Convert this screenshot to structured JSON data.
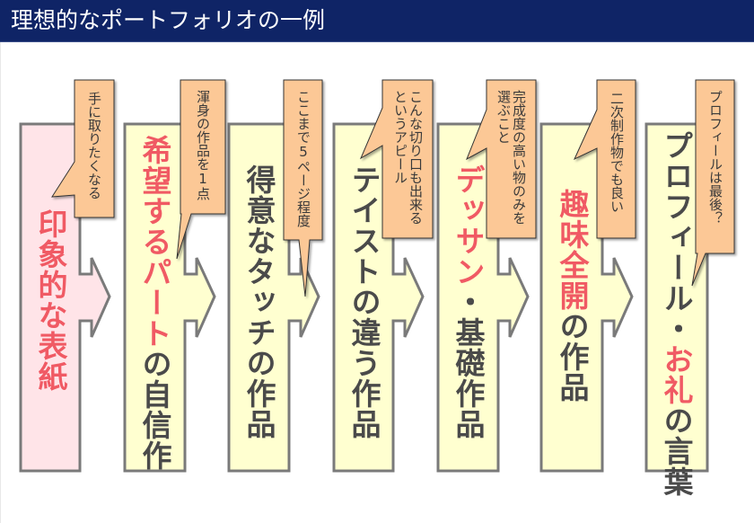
{
  "header": {
    "title": "理想的なポートフォリオの一例"
  },
  "colors": {
    "title_bg": "#0f2466",
    "highlight_text": "#f05a64",
    "dark_text": "#4a4a4a",
    "first_box_fill": "#ffe4e8",
    "box_fill": "#ffffd0",
    "box_stroke": "#7a7a7a",
    "callout_fill": "#fcc896",
    "callout_stroke": "#333333"
  },
  "steps": [
    {
      "title_highlight": "印象的な表紙",
      "title_rest": "",
      "callout": [
        "手に取りたくなる"
      ]
    },
    {
      "title_highlight": "希望するパート",
      "title_rest": "の自信作",
      "callout": [
        "渾身の作品を1点"
      ]
    },
    {
      "title_highlight": "",
      "title_rest": "得意なタッチの作品",
      "callout": [
        "ここまで5ページ程度"
      ]
    },
    {
      "title_highlight": "",
      "title_rest": "テイストの違う作品",
      "callout": [
        "こんな切り口も出来る",
        "というアピール"
      ]
    },
    {
      "title_highlight": "デッサン",
      "title_rest": "・基礎作品",
      "callout": [
        "完成度の高い物のみを",
        "選ぶこと"
      ]
    },
    {
      "title_highlight": "趣味全開",
      "title_rest": "の作品",
      "callout": [
        "二次制作物でも良い"
      ]
    },
    {
      "title_pre": "プロフィール・",
      "title_highlight": "お礼",
      "title_rest": "の言葉",
      "callout": [
        "プロフィールは最後？"
      ]
    }
  ]
}
